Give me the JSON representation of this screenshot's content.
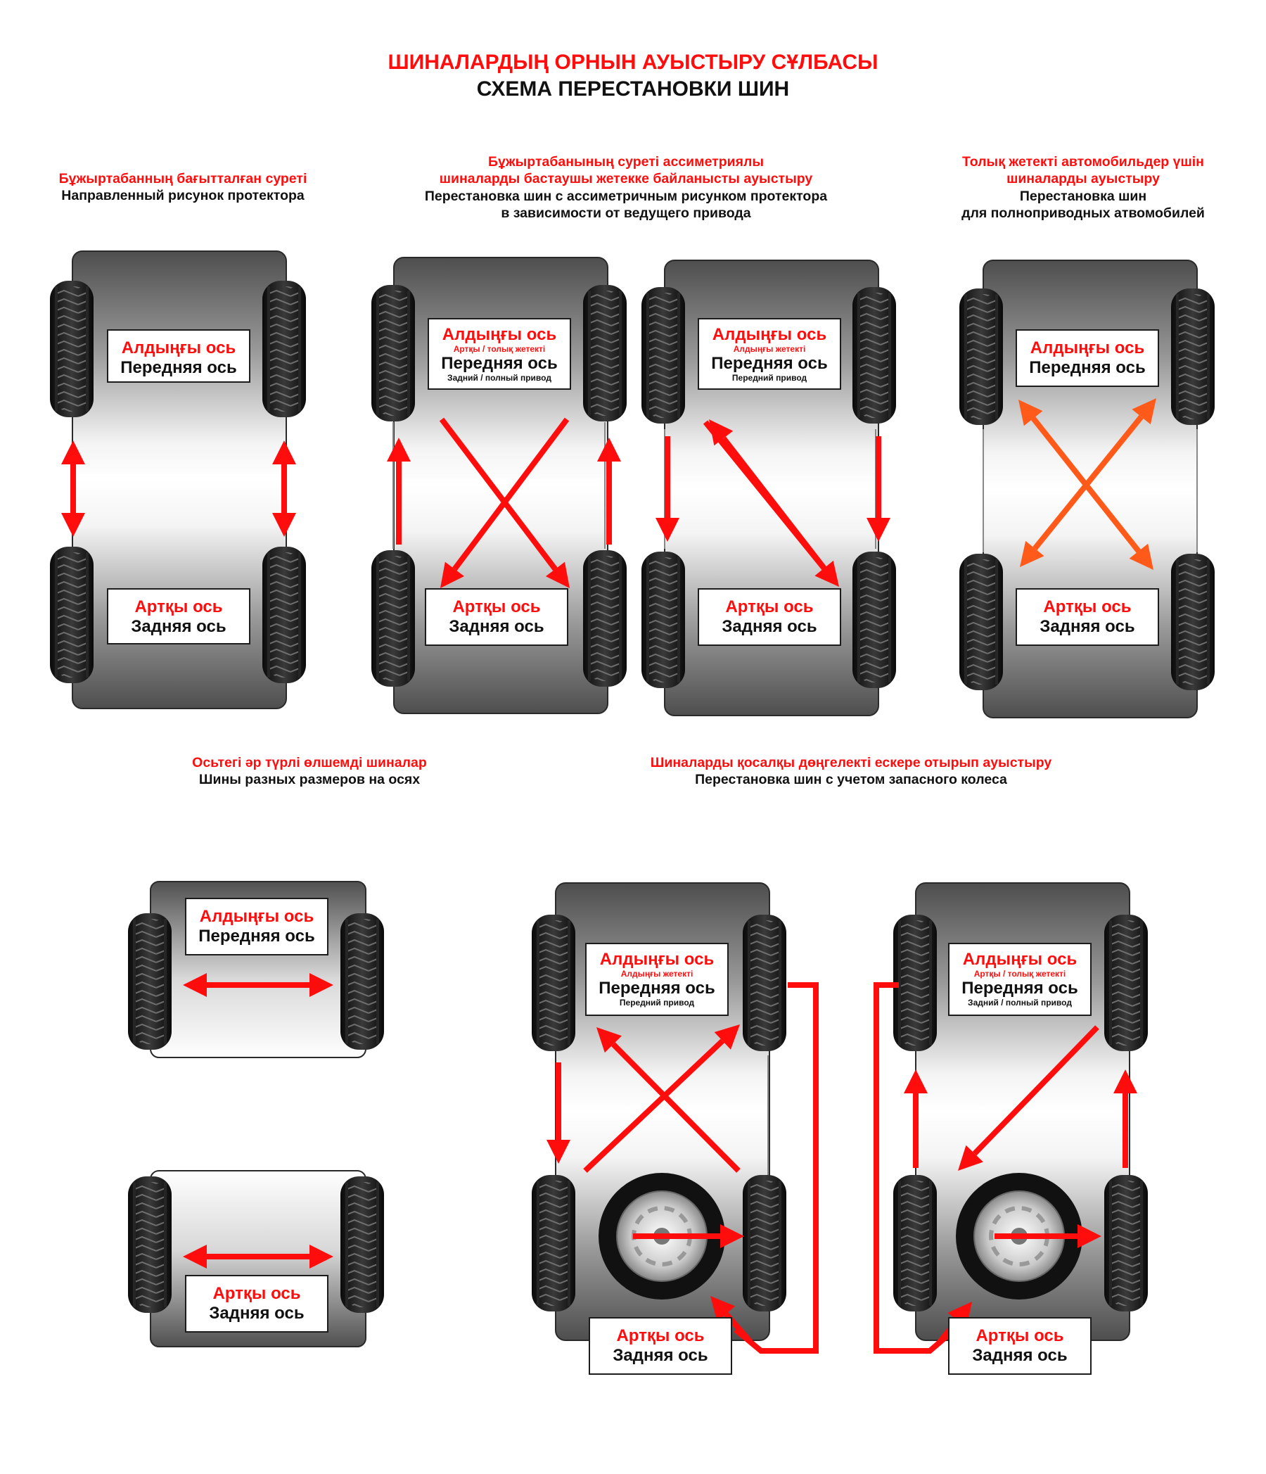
{
  "header": {
    "title_kz": "ШИНАЛАРДЫҢ ОРНЫН АУЫСТЫРУ СҰЛБАСЫ",
    "title_ru": "СХЕМА ПЕРЕСТАНОВКИ ШИН"
  },
  "sections": {
    "directional": {
      "kz": "Бұжыртабанның бағытталған суреті",
      "ru": "Направленный рисунок протектора"
    },
    "asymmetric": {
      "kz1": "Бұжыртабанының суреті ассиметриялы",
      "kz2": "шиналарды бастаушы жетекке байланысты ауыстыру",
      "ru1": "Перестановка шин с ассиметричным рисунком протектора",
      "ru2": "в зависимости от ведущего привода"
    },
    "awd": {
      "kz1": "Толық жетекті автомобильдер үшін",
      "kz2": "шиналарды ауыстыру",
      "ru1": "Перестановка шин",
      "ru2": "для полноприводных атвомобилей"
    },
    "sizes": {
      "kz": "Осьтегі әр түрлі өлшемді шиналар",
      "ru": "Шины разных размеров на осях"
    },
    "spare": {
      "kz": "Шиналарды қосалқы дөңгелекті ескере отырып ауыстыру",
      "ru": "Перестановка шин с учетом запасного колеса"
    }
  },
  "labels": {
    "front_kz": "Алдыңғы ось",
    "front_ru": "Передняя ось",
    "rear_kz": "Артқы ось",
    "rear_ru": "Задняя ось",
    "rwd_awd_kz": "Артқы / толық жетекті",
    "rwd_awd_ru": "Задний / полный привод",
    "fwd_kz": "Алдыңғы жетекті",
    "fwd_ru": "Передний привод"
  },
  "colors": {
    "arrow_red": "#ff0d0d",
    "arrow_orange": "#ff5a1a",
    "body_gray": "#5c5c5c",
    "tire_black": "#141414"
  },
  "icons": [
    "tire-icon",
    "spare-wheel-icon",
    "arrow-icon"
  ]
}
